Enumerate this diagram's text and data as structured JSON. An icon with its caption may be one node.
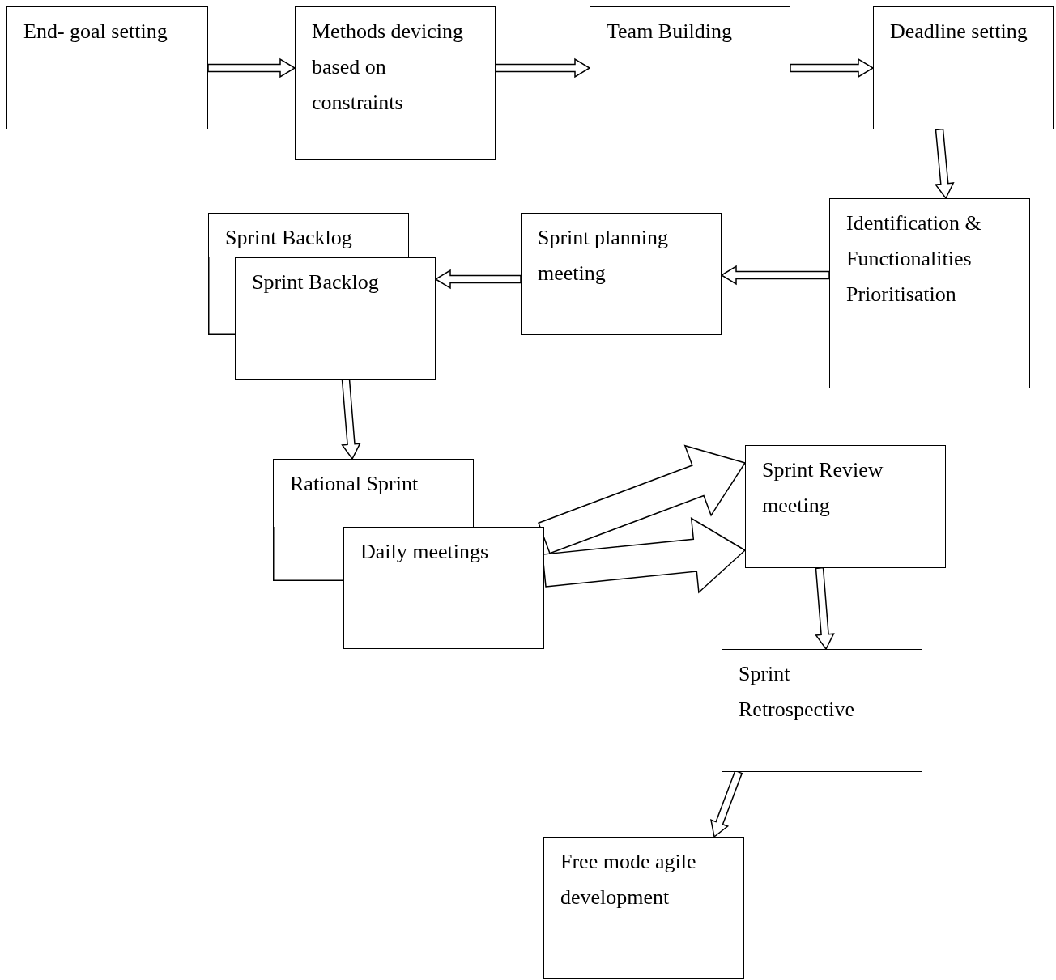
{
  "diagram": {
    "nodes": [
      {
        "text": [
          "End- goal setting"
        ]
      },
      {
        "text": [
          "Methods devicing based on constraints"
        ]
      },
      {
        "text": [
          "Team Building"
        ]
      },
      {
        "text": [
          "Deadline setting"
        ]
      },
      {
        "text": [
          "Identification & Functionalities Prioritisation"
        ]
      },
      {
        "text": [
          "Sprint planning meeting"
        ]
      },
      {
        "text": [
          "Sprint Backlog"
        ]
      },
      {
        "text": [
          "Sprint Backlog"
        ]
      },
      {
        "text": [
          "Rational Sprint"
        ]
      },
      {
        "text": [
          "Daily meetings"
        ]
      },
      {
        "text": [
          "Sprint Review meeting"
        ]
      },
      {
        "text": [
          "Sprint Retrospective"
        ]
      },
      {
        "text": [
          "Free mode agile development"
        ]
      }
    ],
    "edges": [
      {
        "from": 0,
        "to": 1,
        "arrow": "to"
      },
      {
        "from": 1,
        "to": 2,
        "arrow": "to"
      },
      {
        "from": 2,
        "to": 3,
        "arrow": "to"
      },
      {
        "from": 3,
        "to": 4,
        "arrow": "to"
      },
      {
        "from": 4,
        "to": 5,
        "arrow": "to"
      },
      {
        "from": 5,
        "to": 7,
        "arrow": "to"
      },
      {
        "from": 7,
        "to": 8,
        "arrow": "to"
      },
      {
        "from": 9,
        "to": 10,
        "arrow": "to",
        "style": "thick"
      },
      {
        "from": 9,
        "to": 10,
        "arrow": "to",
        "style": "thick"
      },
      {
        "from": 10,
        "to": 11,
        "arrow": "to"
      },
      {
        "from": 11,
        "to": 12,
        "arrow": "to"
      }
    ]
  }
}
